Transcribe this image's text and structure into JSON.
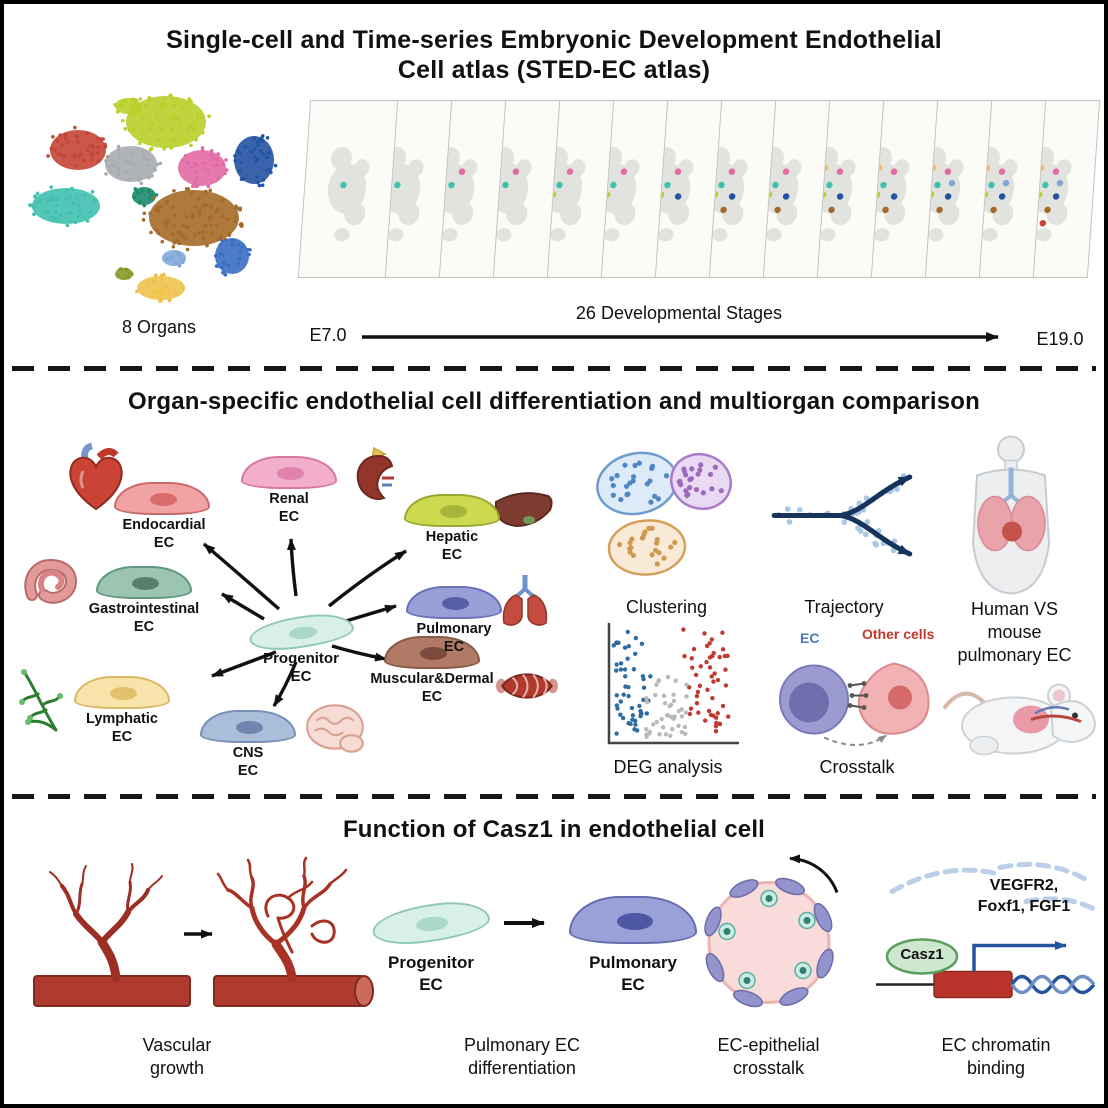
{
  "top": {
    "title": [
      "Single-cell and Time-series Embryonic Development Endothelial",
      "Cell atlas (STED-EC atlas)"
    ],
    "organs_label": "8 Organs",
    "stage_start": "E7.0",
    "stages_label": "26 Developmental Stages",
    "stage_end": "E19.0"
  },
  "middle": {
    "title": "Organ-specific endothelial cell differentiation and multiorgan comparison",
    "progenitor": [
      "Progenitor",
      "EC"
    ],
    "cells": [
      {
        "line1": "Endocardial",
        "line2": "EC",
        "color": "#f1a3a3",
        "border": "#c96a6a",
        "nucleus": "#d96b6b"
      },
      {
        "line1": "Renal",
        "line2": "EC",
        "color": "#f3aecb",
        "border": "#d678a4",
        "nucleus": "#e082ad"
      },
      {
        "line1": "Hepatic",
        "line2": "EC",
        "color": "#cdd94f",
        "border": "#9aa82f",
        "nucleus": "#a7b63a"
      },
      {
        "line1": "Gastrointestinal",
        "line2": "EC",
        "color": "#9cc4b2",
        "border": "#5f977f",
        "nucleus": "#55806c"
      },
      {
        "line1": "Pulmonary",
        "line2": "EC",
        "color": "#989fd6",
        "border": "#6a72b8",
        "nucleus": "#5560a8"
      },
      {
        "line1": "Lymphatic",
        "line2": "EC",
        "color": "#f8e3ab",
        "border": "#d9b866",
        "nucleus": "#e3c06a"
      },
      {
        "line1": "CNS",
        "line2": "EC",
        "color": "#aabdd9",
        "border": "#7690b8",
        "nucleus": "#6e86ad"
      },
      {
        "line1": "Muscular&Dermal",
        "line2": "EC",
        "color": "#b07a67",
        "border": "#8a5848",
        "nucleus": "#7d4b3d"
      }
    ],
    "clustering_label": "Clustering",
    "trajectory_label": "Trajectory",
    "deg_label": "DEG analysis",
    "crosstalk_label": "Crosstalk",
    "crosstalk_ec": "EC",
    "crosstalk_other": "Other cells",
    "comparison_label": [
      "Human VS",
      "mouse",
      "pulmonary EC"
    ]
  },
  "bottom": {
    "title": "Function of Casz1 in endothelial cell",
    "vascular_label": [
      "Vascular",
      "growth"
    ],
    "progenitor_label": [
      "Progenitor",
      "EC"
    ],
    "pulmonary_label": [
      "Pulmonary",
      "EC"
    ],
    "differentiation_label": [
      "Pulmonary EC",
      "differentiation"
    ],
    "crosstalk_label": [
      "EC-epithelial",
      "crosstalk"
    ],
    "casz1": "Casz1",
    "genes": [
      "VEGFR2,",
      "Foxf1, FGF1"
    ],
    "chromatin_label": [
      "EC chromatin",
      "binding"
    ]
  }
}
